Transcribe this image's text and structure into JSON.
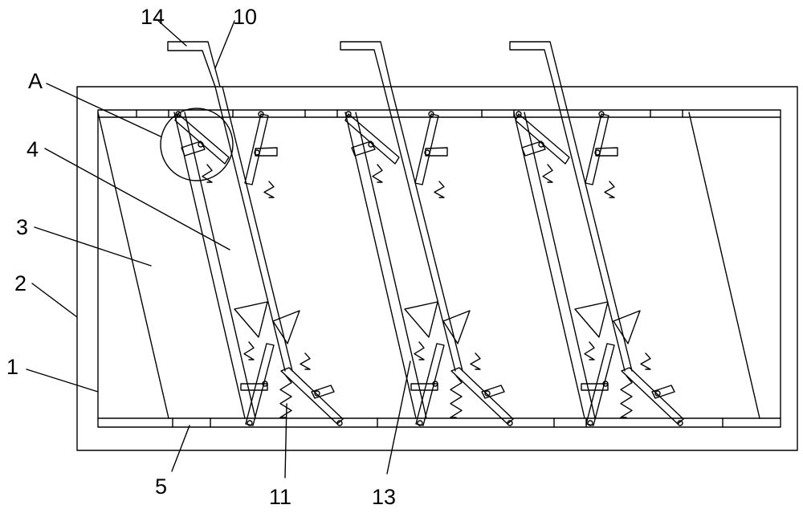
{
  "labels": {
    "l14": "14",
    "l10": "10",
    "lA": "A",
    "l4": "4",
    "l3": "3",
    "l2": "2",
    "l1": "1",
    "l5": "5",
    "l11": "11",
    "l13": "13"
  },
  "style": {
    "line_color": "#000000",
    "background": "#ffffff"
  }
}
